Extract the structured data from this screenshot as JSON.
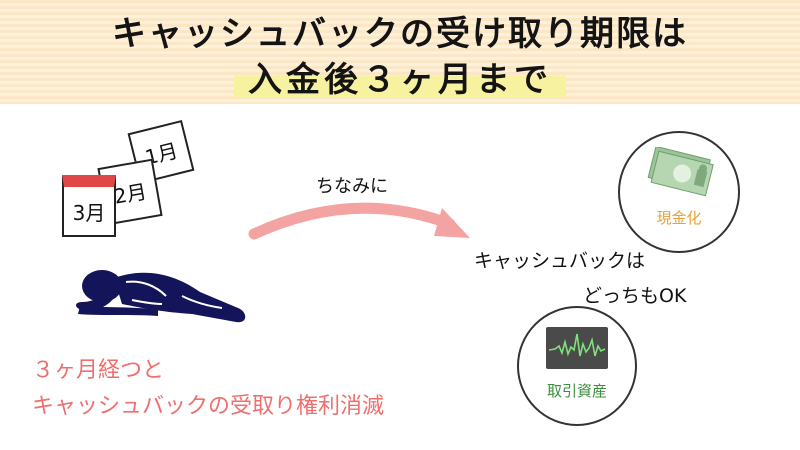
{
  "header": {
    "title_line1": "キャッシュバックの受け取り期限は",
    "title_line2": "入金後３ヶ月まで"
  },
  "calendars": {
    "month1": "1月",
    "month2": "2月",
    "month3": "3月"
  },
  "arrow_caption": "ちなみに",
  "right": {
    "line1": "キャッシュバックは",
    "line2": "どっちもOK",
    "cash_label": "現金化",
    "invest_label": "取引資産"
  },
  "note": {
    "line1": "３ヶ月経つと",
    "line2": "キャッシュバックの受取り権利消滅"
  },
  "colors": {
    "accent_red": "#ef6e6e",
    "cash_orange": "#e8a23a",
    "invest_green": "#3a8f3a",
    "figure_navy": "#14145a",
    "highlight_yellow": "#f7f2a0"
  },
  "icons": [
    "calendar-icon",
    "sleeping-person-icon",
    "arrow-icon",
    "banknote-icon",
    "stock-chart-icon"
  ]
}
